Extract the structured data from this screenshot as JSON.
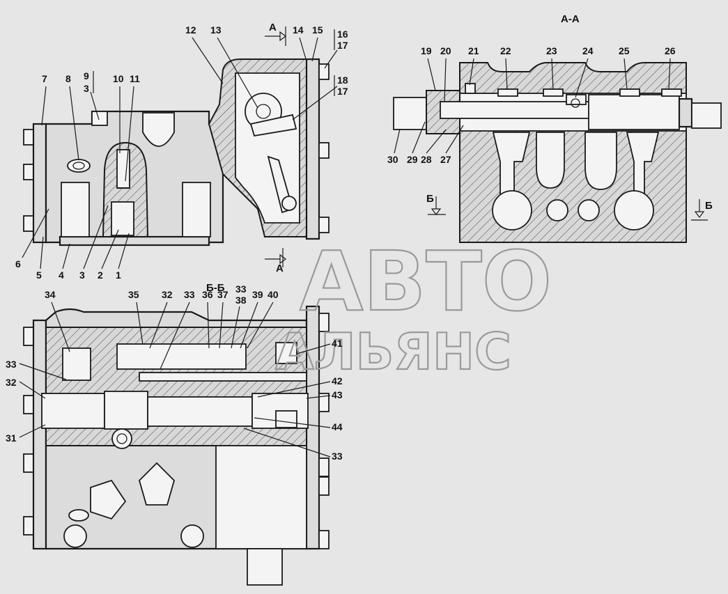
{
  "watermark": {
    "line1": "АВТО",
    "line2": "АЛЬЯНС"
  },
  "sections": {
    "aa": "А-А",
    "bb": "Б-Б",
    "a_mark_top": "А",
    "a_mark_bottom": "А",
    "b_mark_left": "Б",
    "b_mark_right": "Б"
  },
  "callouts": {
    "c1": "1",
    "c2": "2",
    "c3": "3",
    "c4": "4",
    "c5": "5",
    "c6": "6",
    "c7": "7",
    "c8": "8",
    "c9": "9",
    "c3b": "3",
    "c10": "10",
    "c11": "11",
    "c12": "12",
    "c13": "13",
    "c14": "14",
    "c15": "15",
    "c16": "16",
    "c17": "17",
    "c18": "18",
    "c17b": "17",
    "c19": "19",
    "c20": "20",
    "c21": "21",
    "c22": "22",
    "c23": "23",
    "c24": "24",
    "c25": "25",
    "c26": "26",
    "c27": "27",
    "c28": "28",
    "c29": "29",
    "c30": "30",
    "c31": "31",
    "c32": "32",
    "c33": "33",
    "c34": "34",
    "c35": "35",
    "c32b": "32",
    "c33b": "33",
    "c36": "36",
    "c37": "37",
    "c33c": "33",
    "c38": "38",
    "c39": "39",
    "c40": "40",
    "c41": "41",
    "c42": "42",
    "c43": "43",
    "c44": "44",
    "c33d": "33"
  }
}
